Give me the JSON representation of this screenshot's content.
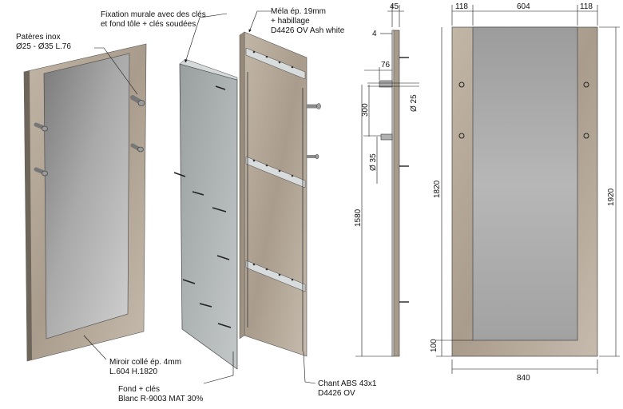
{
  "callouts": {
    "hooks": [
      "Patères inox",
      "Ø25 - Ø35 L.76"
    ],
    "wall_fixing": [
      "Fixation murale avec des clés",
      "et fond tôle + clés soudées"
    ],
    "mela": [
      "Méla ép. 19mm",
      "+ habillage",
      "D4426 OV Ash white"
    ],
    "mirror": [
      "Miroir collé ép. 4mm",
      "L.604 H.1820"
    ],
    "back": [
      "Fond + clés",
      "Blanc R-9003 MAT 30%"
    ],
    "edge": [
      "Chant ABS 43x1",
      "D4426 OV"
    ]
  },
  "side_view_dims": {
    "depth": "45",
    "back": "4",
    "hook_length": "76",
    "hook_small_dia": "Ø 25",
    "hook_spacing": "300",
    "hook_large_dia": "Ø 35",
    "total_height": "1580"
  },
  "front_view_dims": {
    "left_frame": "118",
    "mirror_width": "604",
    "right_frame": "118",
    "mirror_height": "1820",
    "total_height": "1920",
    "bottom_frame": "100",
    "total_width": "840"
  },
  "colors": {
    "wood": "#b9ac9c",
    "mirror": "#a8a8a8",
    "back_panel": "#b8bcbc"
  }
}
